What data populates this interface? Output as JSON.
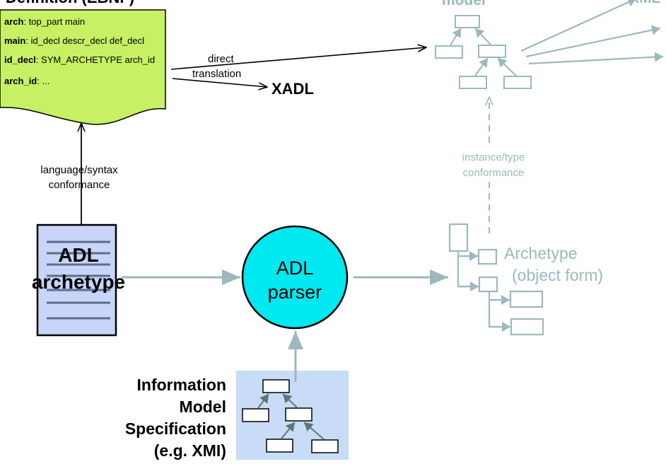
{
  "ebnf": {
    "title": "Definition (EBNF)",
    "rules": [
      {
        "name": "arch",
        "body": ": top_part main"
      },
      {
        "name": "main",
        "body": ": id_decl descr_decl def_decl"
      },
      {
        "name": "id_decl",
        "body": ": SYM_ARCHETYPE arch_id"
      },
      {
        "name": "arch_id",
        "body": ": ..."
      }
    ]
  },
  "edges": {
    "direct_1": "direct",
    "direct_2": "translation",
    "lang_1": "language/syntax",
    "lang_2": "conformance",
    "inst_1": "instance/type",
    "inst_2": "conformance"
  },
  "xadl": "XADL",
  "xml": "XML",
  "model_top": "model",
  "adl_doc": {
    "line1": "ADL",
    "line2": "archetype"
  },
  "parser": {
    "line1": "ADL",
    "line2": "parser"
  },
  "archetype_obj": {
    "line1": "Archetype",
    "line2": "(object form)"
  },
  "info_model": {
    "line1": "Information",
    "line2": "Model",
    "line3": "Specification",
    "line4": "(e.g. XMI)"
  },
  "colors": {
    "ebnf_fill": "#c8f064",
    "doc_fill": "#c8d4f8",
    "parser_fill": "#00e8f0",
    "faded": "#9cb8bc",
    "info_bg": "#c8dcf8"
  }
}
